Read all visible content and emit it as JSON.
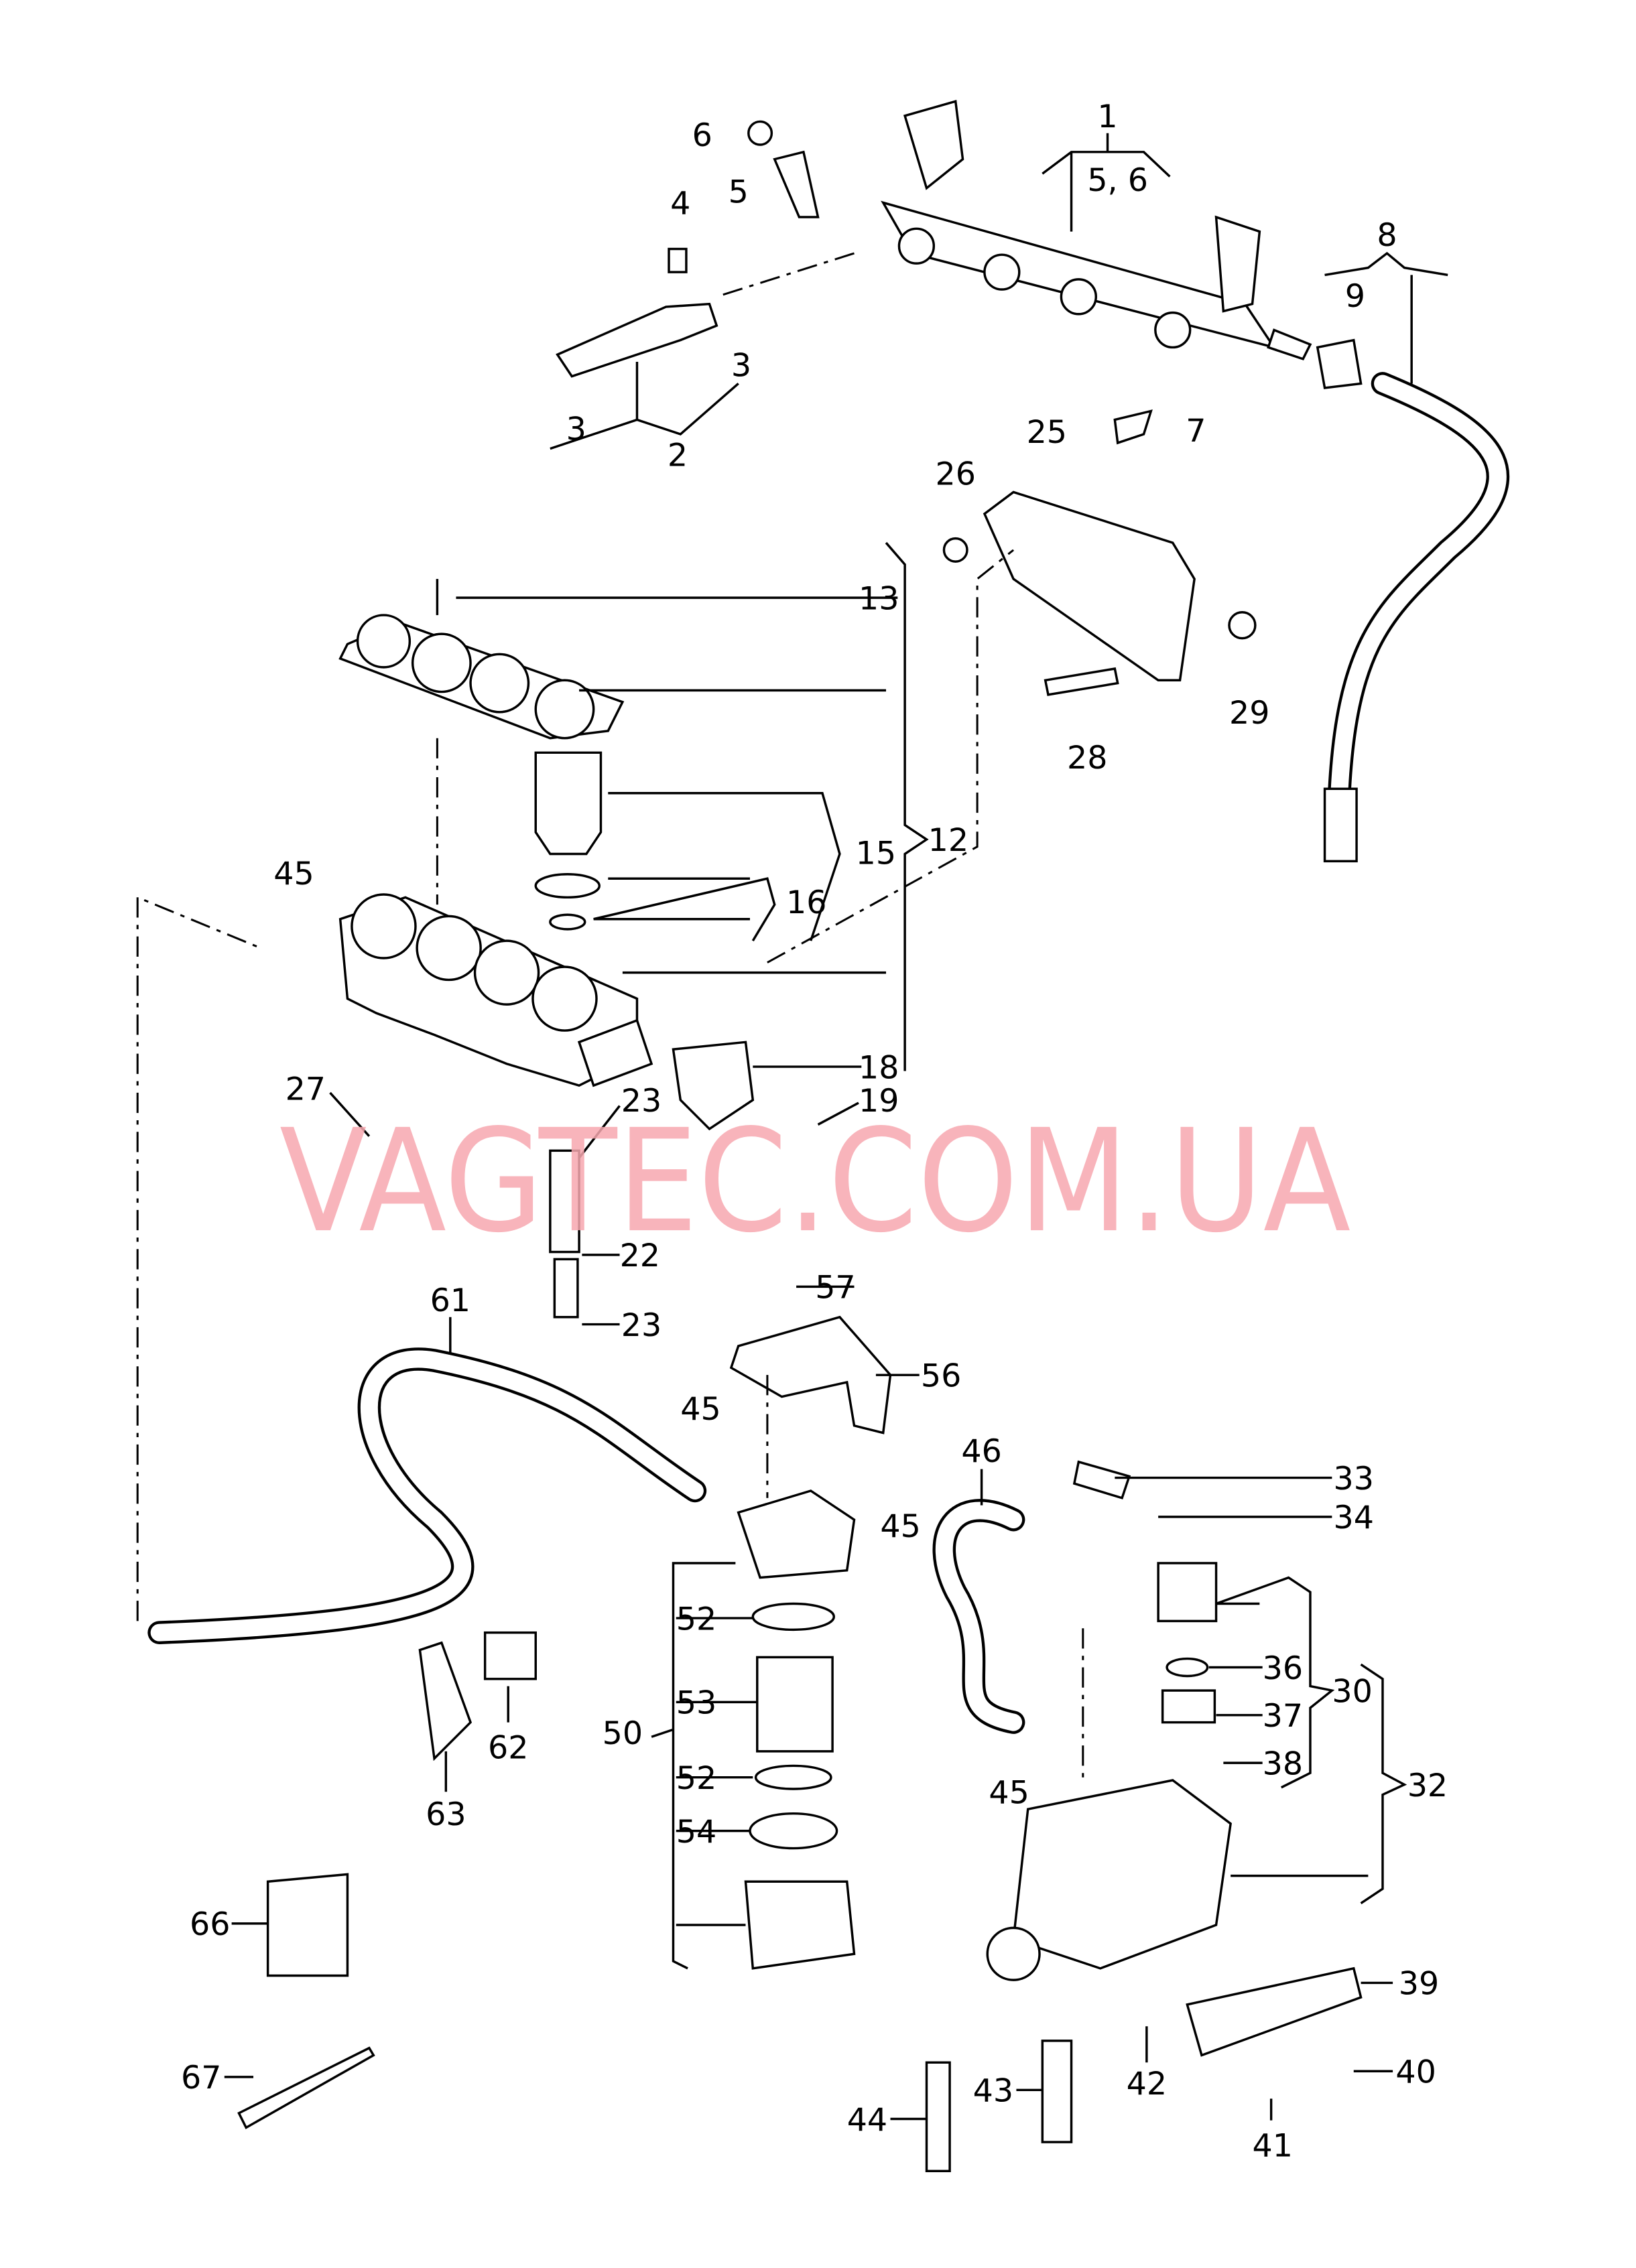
{
  "diagram": {
    "watermark": "VAGTEC.COM.UA",
    "callouts": [
      "1",
      "5, 6",
      "2",
      "3",
      "3",
      "4",
      "5",
      "6",
      "7",
      "8",
      "9",
      "12",
      "13",
      "15",
      "16",
      "18",
      "19",
      "22",
      "23",
      "23",
      "25",
      "26",
      "27",
      "28",
      "29",
      "30",
      "32",
      "33",
      "34",
      "36",
      "37",
      "38",
      "39",
      "40",
      "41",
      "42",
      "43",
      "44",
      "45",
      "45",
      "45",
      "45",
      "46",
      "50",
      "52",
      "53",
      "52",
      "54",
      "56",
      "57",
      "61",
      "62",
      "63",
      "66",
      "67"
    ]
  }
}
